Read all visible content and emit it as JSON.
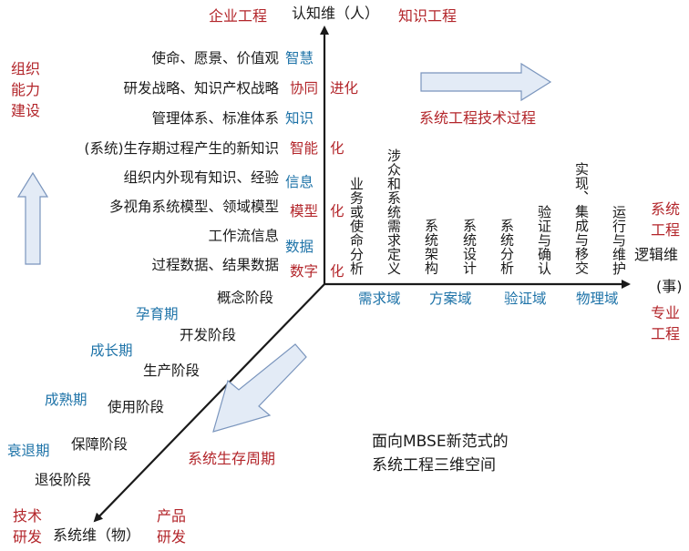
{
  "axes": {
    "vertical_label": "认知维（人）",
    "horizontal_label_1": "逻辑维",
    "horizontal_label_2": "(事)",
    "diagonal_label": "系统维（物）"
  },
  "corner_labels": {
    "enterprise_eng": "企业工程",
    "knowledge_eng": "知识工程",
    "org_capability": [
      "组织",
      "能力",
      "建设"
    ],
    "sys_eng": [
      "系统",
      "工程"
    ],
    "specialty_eng": [
      "专业",
      "工程"
    ],
    "tech_rd": [
      "技术",
      "研发"
    ],
    "product_rd": [
      "产品",
      "研发"
    ]
  },
  "cognitive_items": [
    "使命、愿景、价值观",
    "研发战略、知识产权战略",
    "管理体系、标准体系",
    "(系统)生存期过程产生的新知识",
    "组织内外现有知识、经验",
    "多视角系统模型、领域模型",
    "工作流信息",
    "过程数据、结果数据"
  ],
  "evolution": {
    "wisdom": "智慧",
    "synergy": "协同",
    "evolve": "进化",
    "knowledge": "知识",
    "intelligent": "智能",
    "information": "信息",
    "model": "模型",
    "data": "数据",
    "digital": "数字",
    "hua": "化"
  },
  "process_title": "系统工程技术过程",
  "processes": [
    "业务或使命分析",
    "涉众和系统需求定义",
    "系统架构",
    "系统设计",
    "系统分析",
    "验证与确认",
    "实现、集成与移交",
    "运行与维护"
  ],
  "domains": [
    "需求域",
    "方案域",
    "验证域",
    "物理域"
  ],
  "lifecycle_title": "系统生存周期",
  "lifecycle_stages": [
    "概念阶段",
    "开发阶段",
    "生产阶段",
    "使用阶段",
    "保障阶段",
    "退役阶段"
  ],
  "lifecycle_periods": [
    "孕育期",
    "成长期",
    "成熟期",
    "衰退期"
  ],
  "caption": [
    "面向MBSE新范式的",
    "系统工程三维空间"
  ],
  "colors": {
    "red": "#b3262b",
    "blue": "#1e73a8",
    "black": "#1a1a1a",
    "arrow_fill": "#e3ebf6",
    "arrow_stroke": "#7a95bd"
  }
}
